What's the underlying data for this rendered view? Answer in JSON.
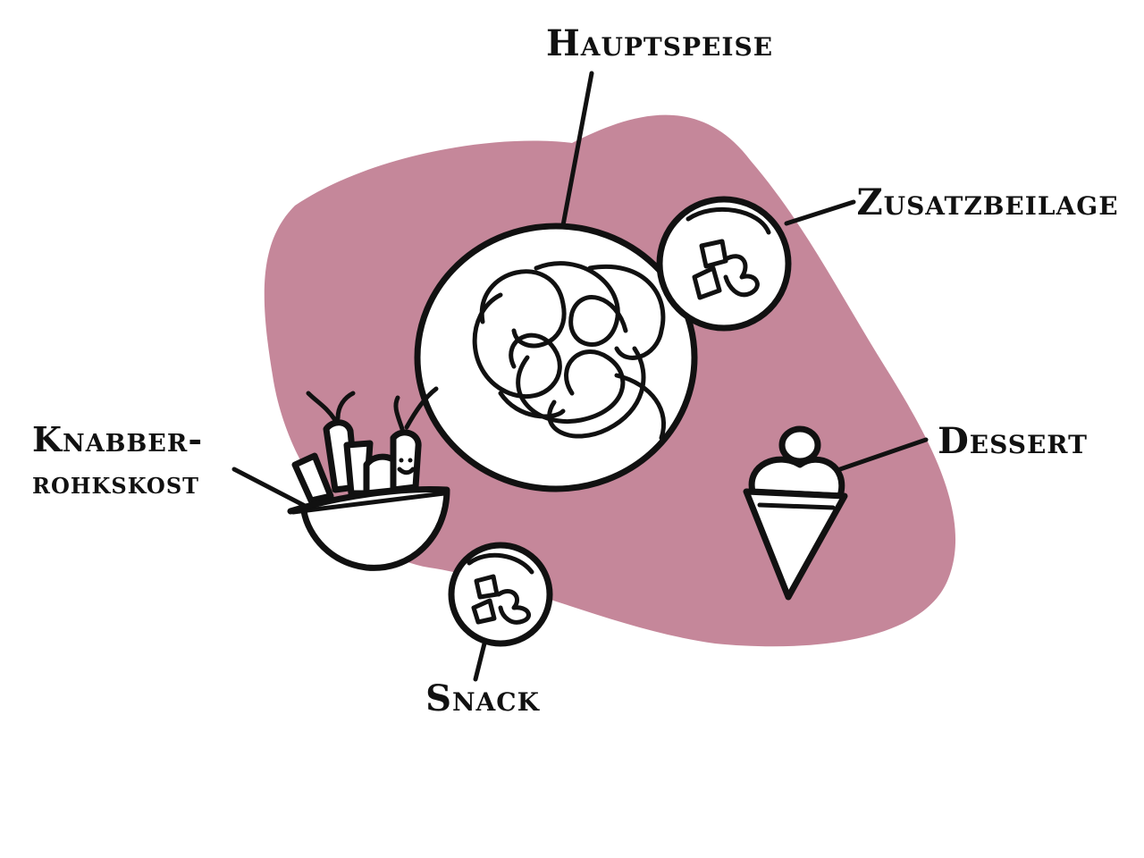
{
  "colors": {
    "blob": "#c5879a",
    "ink": "#111111",
    "plate": "#ffffff"
  },
  "labels": {
    "main_dish": "Hauptspeise",
    "side_dish": "Zusatzbeilage",
    "dessert": "Dessert",
    "snack": "Snack",
    "veggies_line1": "Knabber-",
    "veggies_line2": "rohkskost"
  },
  "icons": {
    "main_dish": "spaghetti-plate-icon",
    "side_dish": "side-bowl-icon",
    "dessert": "ice-cream-cone-icon",
    "snack": "snack-bowl-icon",
    "veggies": "vegetable-bowl-icon"
  }
}
